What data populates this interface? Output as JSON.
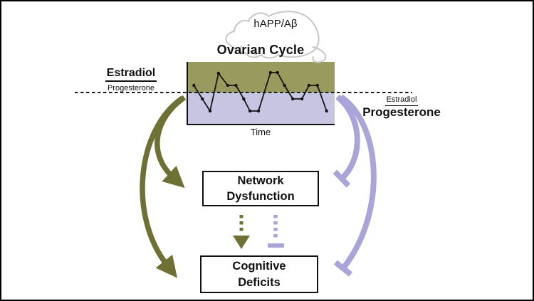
{
  "colors": {
    "olive_arrow": "#6e7034",
    "olive_band": "#999a5e",
    "lavender_arrow": "#a9a5d9",
    "lavender_band": "#c7c5e2",
    "line_black": "#141414",
    "mouse_outline": "#c6c6c6"
  },
  "mouse": {
    "label": "hAPP/Aβ"
  },
  "diagram": {
    "title": "Ovarian Cycle",
    "time_label": "Time",
    "left_ratio": {
      "top": "Estradiol",
      "bottom": "Progesterone"
    },
    "right_ratio": {
      "top": "Estradiol",
      "bottom": "Progesterone"
    },
    "boxes": {
      "network": {
        "lines": [
          "Network",
          "Dysfunction"
        ]
      },
      "cognitive": {
        "lines": [
          "Cognitive",
          "Deficits"
        ]
      }
    },
    "relationships": [
      {
        "from": "ovarian-cycle",
        "to": "network-dysfunction",
        "effect": "promote",
        "style": "solid",
        "color": "olive"
      },
      {
        "from": "ovarian-cycle",
        "to": "cognitive-deficits",
        "effect": "promote",
        "style": "solid",
        "color": "olive"
      },
      {
        "from": "ovarian-cycle",
        "to": "network-dysfunction",
        "effect": "inhibit",
        "style": "solid",
        "color": "lavender"
      },
      {
        "from": "ovarian-cycle",
        "to": "cognitive-deficits",
        "effect": "inhibit",
        "style": "solid",
        "color": "lavender"
      },
      {
        "from": "network-dysfunction",
        "to": "cognitive-deficits",
        "effect": "promote",
        "style": "dotted",
        "color": "olive"
      },
      {
        "from": "network-dysfunction",
        "to": "cognitive-deficits",
        "effect": "inhibit",
        "style": "dotted",
        "color": "lavender"
      }
    ]
  },
  "chart_data": {
    "type": "line",
    "title": "Ovarian Cycle",
    "xlabel": "Time",
    "ylabel": "Estradiol / Progesterone ratio",
    "legend": "none",
    "grid": false,
    "baseline_pct": 49.4,
    "upper_region": {
      "name": "estradiol-dominant",
      "color": "#999a5e"
    },
    "lower_region": {
      "name": "progesterone-dominant",
      "color": "#c7c5e2"
    },
    "points_pct": [
      [
        3.4,
        37.9
      ],
      [
        9.3,
        59.8
      ],
      [
        14.7,
        79.3
      ],
      [
        20.6,
        18.4
      ],
      [
        27.0,
        37.9
      ],
      [
        32.8,
        37.9
      ],
      [
        38.2,
        59.8
      ],
      [
        42.6,
        79.3
      ],
      [
        48.5,
        79.3
      ],
      [
        56.9,
        17.2
      ],
      [
        61.8,
        17.2
      ],
      [
        66.7,
        37.9
      ],
      [
        72.5,
        59.8
      ],
      [
        78.9,
        59.8
      ],
      [
        83.8,
        37.9
      ],
      [
        89.7,
        37.9
      ],
      [
        96.1,
        79.3
      ]
    ]
  }
}
